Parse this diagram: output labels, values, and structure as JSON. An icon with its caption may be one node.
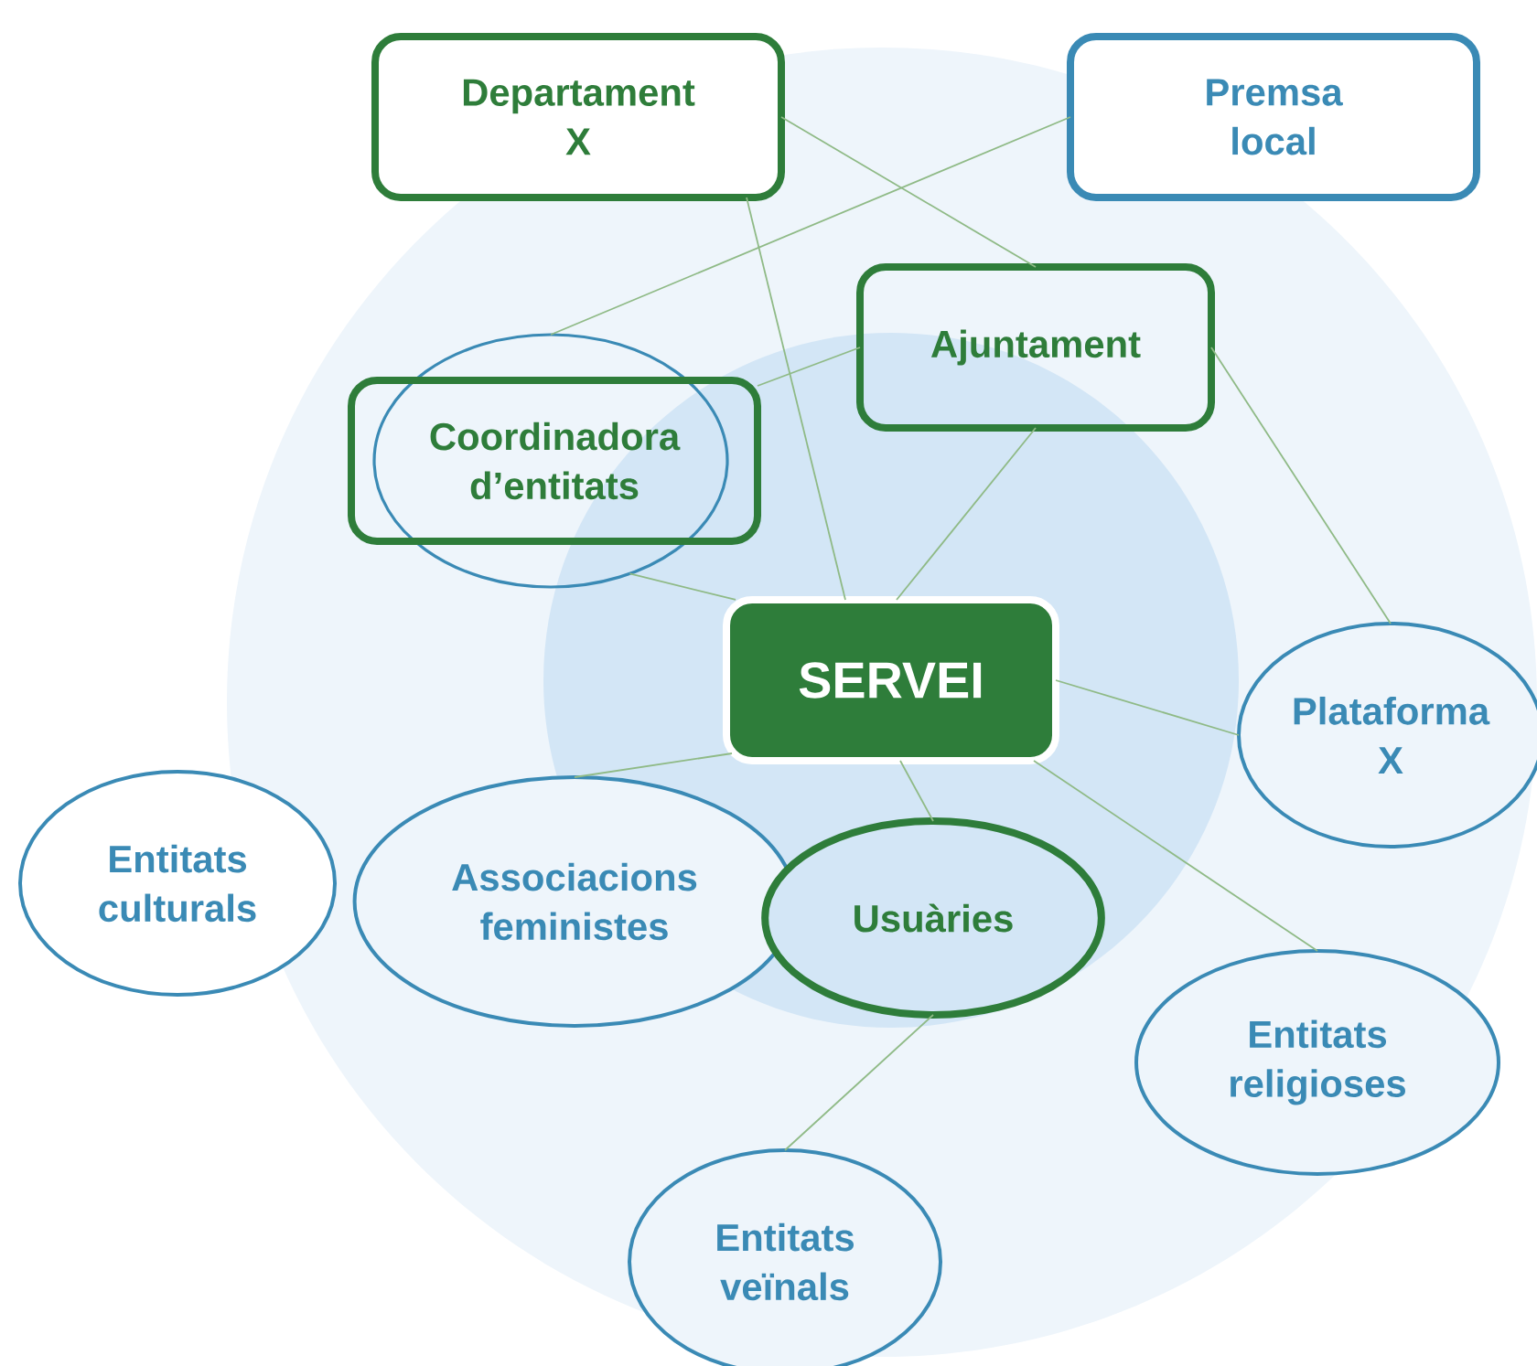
{
  "diagram": {
    "nodes": [
      {
        "text": [
          "Departament X"
        ]
      },
      {
        "text": [
          "Premsa local"
        ]
      },
      {
        "text": [
          "Ajuntament"
        ]
      },
      {
        "text": [],
        "shape": "circle"
      },
      {
        "text": [
          "Coordinadora d’entitats"
        ]
      },
      {
        "text": [
          "SERVEI"
        ]
      },
      {
        "text": [
          "Plataforma X"
        ]
      },
      {
        "text": [
          "Entitats culturals"
        ]
      },
      {
        "text": [
          "Associacions feministes"
        ]
      },
      {
        "text": [
          "Usuàries"
        ]
      },
      {
        "text": [
          "Entitats religioses"
        ]
      },
      {
        "text": [
          "Entitats veïnals"
        ]
      }
    ],
    "edges": [
      {
        "from": 0,
        "to": 2,
        "arrow": "none"
      },
      {
        "from": 0,
        "to": 5,
        "arrow": "none"
      },
      {
        "from": 1,
        "to": 3,
        "arrow": "none"
      },
      {
        "from": 2,
        "to": 4,
        "arrow": "none"
      },
      {
        "from": 2,
        "to": 5,
        "arrow": "none"
      },
      {
        "from": 2,
        "to": 6,
        "arrow": "none"
      },
      {
        "from": 3,
        "to": 5,
        "arrow": "none"
      },
      {
        "from": 5,
        "to": 6,
        "arrow": "none"
      },
      {
        "from": 5,
        "to": 8,
        "arrow": "none"
      },
      {
        "from": 5,
        "to": 9,
        "arrow": "none"
      },
      {
        "from": 5,
        "to": 10,
        "arrow": "none"
      },
      {
        "from": 9,
        "to": 11,
        "arrow": "none"
      }
    ]
  }
}
